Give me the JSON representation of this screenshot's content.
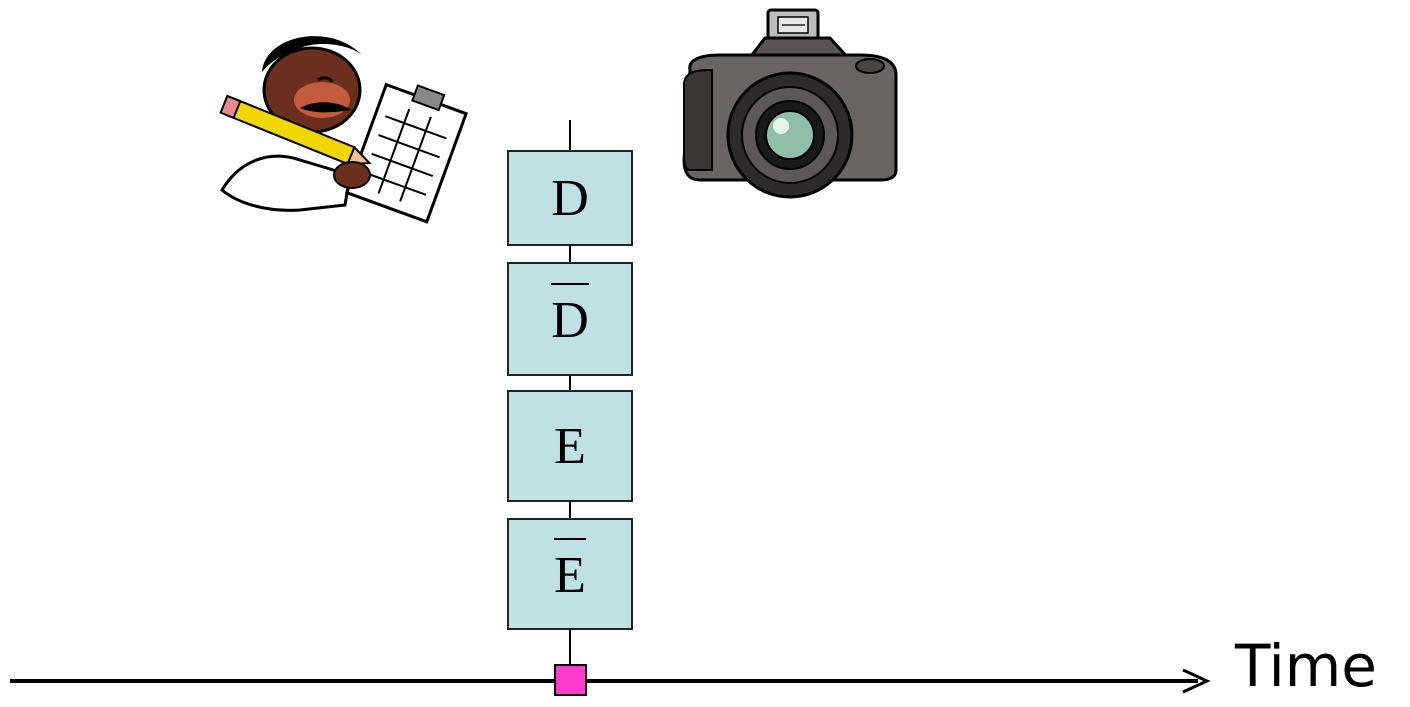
{
  "diagram": {
    "boxes": {
      "d": "D",
      "d_bar": "D",
      "e": "E",
      "e_bar": "E"
    },
    "time_label": "Time",
    "colors": {
      "box_fill": "#bfe1e3",
      "marker_fill": "#ff3ccf",
      "line": "#000000"
    },
    "icons": [
      "person-writing-clipboard-icon",
      "camera-icon"
    ]
  }
}
